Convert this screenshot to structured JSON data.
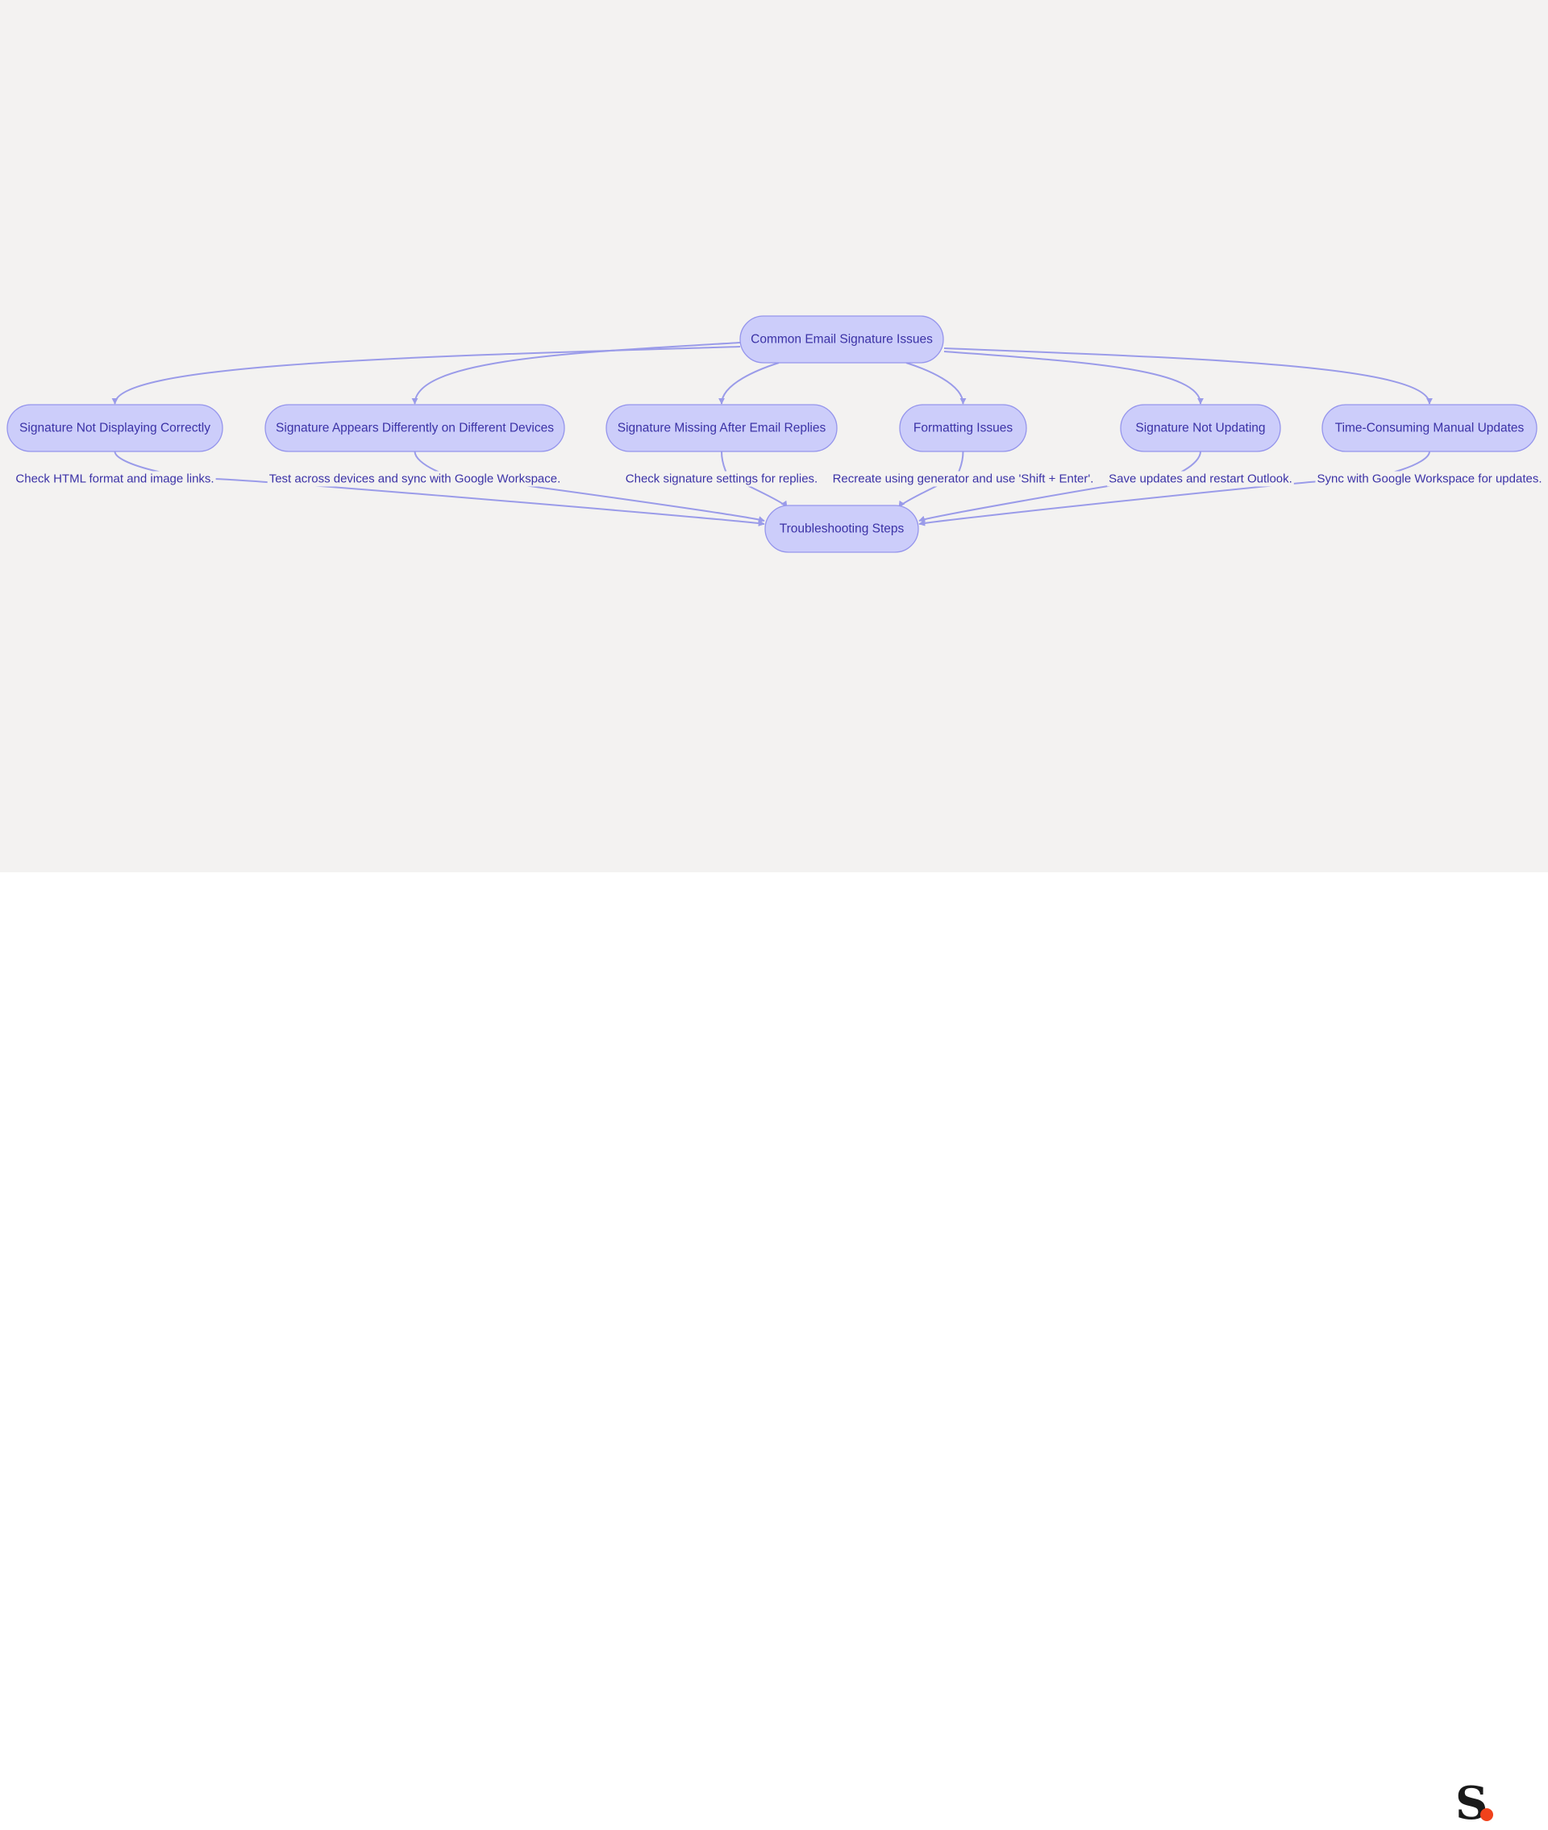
{
  "diagram": {
    "root": "Common Email Signature Issues",
    "sink": "Troubleshooting Steps",
    "issues": [
      {
        "label": "Signature Not Displaying Correctly",
        "step": "Check HTML format and image links."
      },
      {
        "label": "Signature Appears Differently on Different Devices",
        "step": "Test across devices and sync with Google Workspace."
      },
      {
        "label": "Signature Missing After Email Replies",
        "step": "Check signature settings for replies."
      },
      {
        "label": "Formatting Issues",
        "step": "Recreate using generator and use 'Shift + Enter'."
      },
      {
        "label": "Signature Not Updating",
        "step": "Save updates and restart Outlook."
      },
      {
        "label": "Time-Consuming Manual Updates",
        "step": "Sync with Google Workspace for updates."
      }
    ]
  },
  "colors": {
    "canvas": "#f3f2f1",
    "node_fill": "#cccdfa",
    "node_stroke": "#9595ec",
    "edge": "#9a9be9",
    "text": "#3b32a6",
    "logo_dot": "#f0421c"
  },
  "logo": {
    "letter": "S",
    "icon": "brand-logo-icon"
  }
}
